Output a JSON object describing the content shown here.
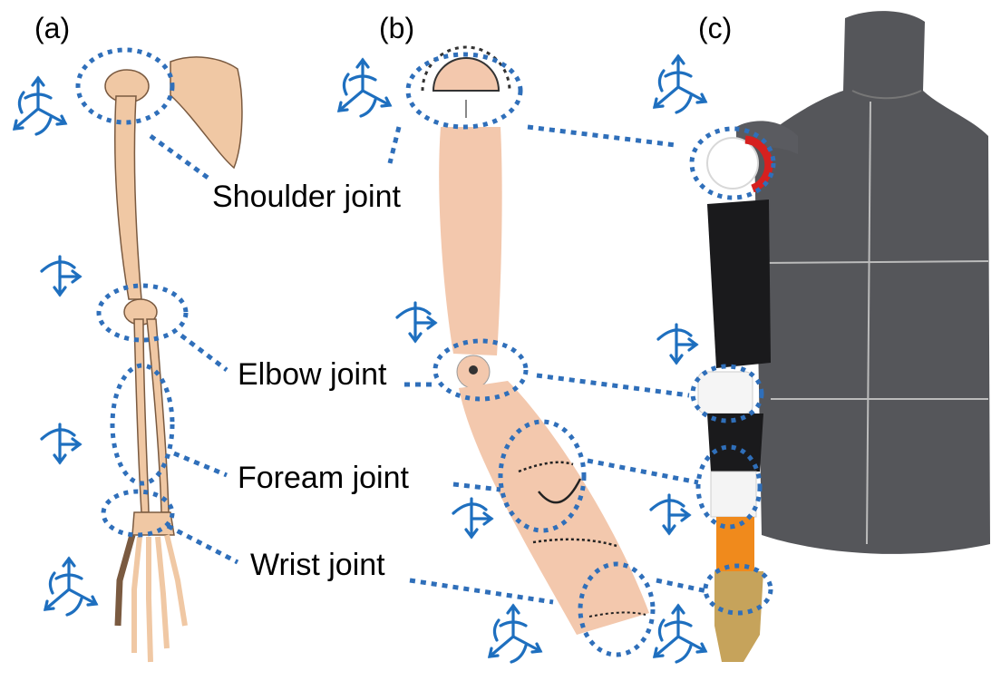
{
  "panels": {
    "a": "(a)",
    "b": "(b)",
    "c": "(c)"
  },
  "labels": {
    "shoulder": "Shoulder joint",
    "elbow": "Elbow joint",
    "forearm": "Foream joint",
    "wrist": "Wrist joint"
  },
  "colors": {
    "annotation": "#2f6fba",
    "bone": "#f0c8a4",
    "prosthesis": "#f3c8ad",
    "mannequin": "#55565a"
  }
}
